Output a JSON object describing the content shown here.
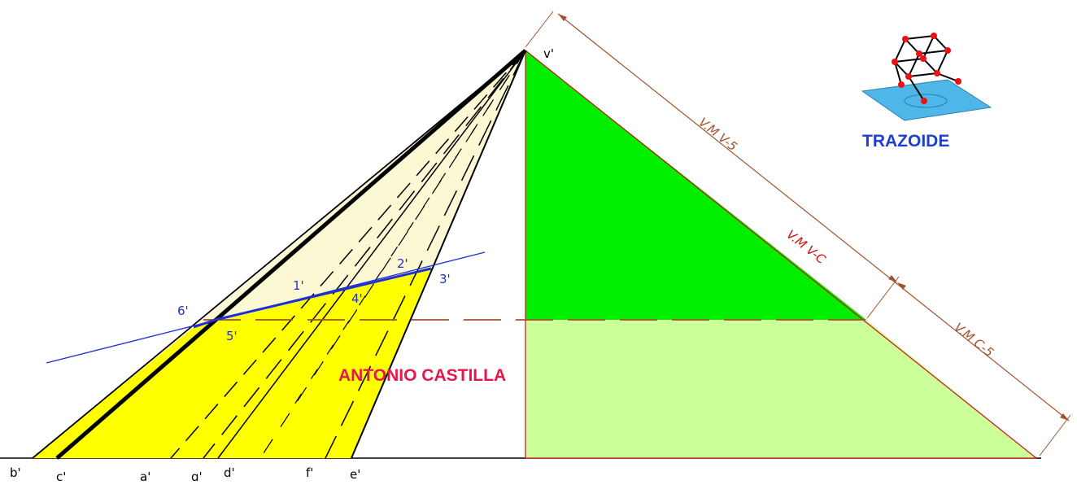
{
  "points": {
    "apex": "v'",
    "base": [
      "b'",
      "c'",
      "a'",
      "g'",
      "d'",
      "f'",
      "e'"
    ],
    "section": [
      "1'",
      "2'",
      "3'",
      "4'",
      "5'",
      "6'"
    ]
  },
  "dimensions": {
    "true_length_v5": "V.M V-5",
    "true_length_vc": "V.M V-C",
    "true_length_c5": "V.M C-5"
  },
  "author": "ANTONIO CASTILLA",
  "logo": {
    "name": "TRAZOIDE",
    "icon": "cube-on-plane-icon"
  },
  "colors": {
    "upper_pyramid": "#fcf8d4",
    "lower_pyramid": "#ffff00",
    "true_triangle": "#00ee00",
    "trapezoid": "#ccff99",
    "section_line": "#1f2fd0",
    "dimension": "#a0522d",
    "red_line": "#d01010"
  }
}
